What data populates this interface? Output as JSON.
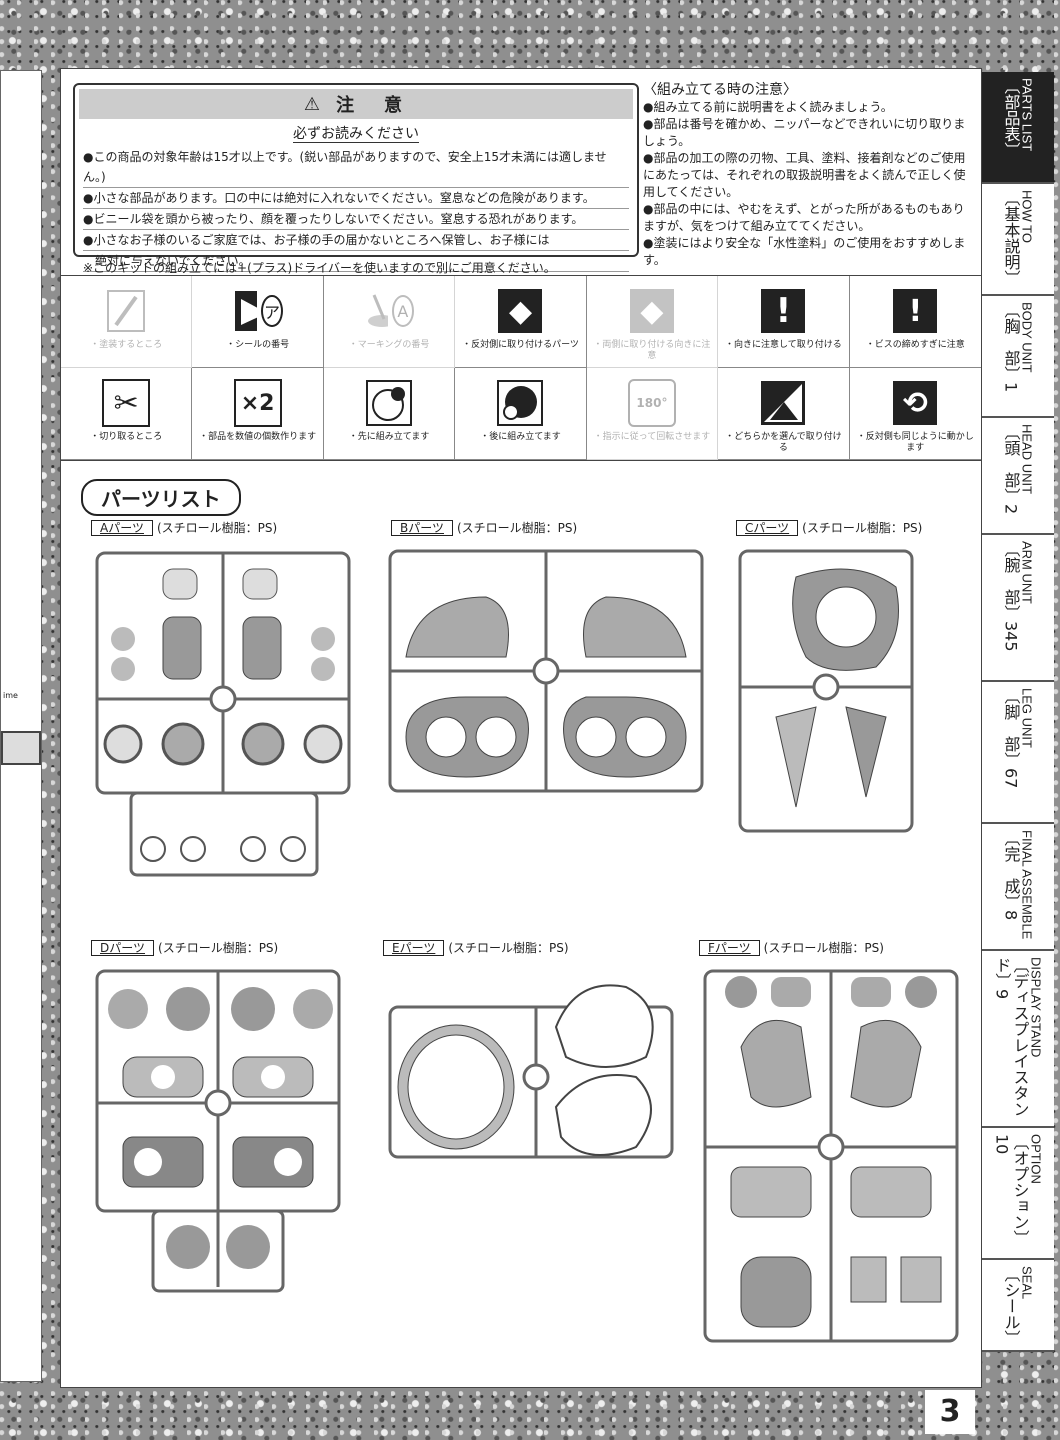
{
  "caution": {
    "title": "注　意",
    "subtitle": "必ずお読みください",
    "items": [
      "●この商品の対象年齢は15才以上です。(鋭い部品がありますので、安全上15才未満には適しません。)",
      "●小さな部品があります。口の中には絶対に入れないでください。窒息などの危険があります。",
      "●ビニール袋を頭から被ったり、顔を覆ったりしないでください。窒息する恐れがあります。",
      "●小さなお子様のいるご家庭では、お子様の手の届かないところへ保管し、お子様には",
      "　絶対に与えないでください。"
    ],
    "kit_note": "※このキットの組み立てには+(プラス)ドライバーを使いますので別にご用意ください。"
  },
  "assembly_notes": {
    "title": "〈組み立てる時の注意〉",
    "items": [
      "●組み立てる前に説明書をよく読みましょう。",
      "●部品は番号を確かめ、ニッパーなどできれいに切り取りましょう。",
      "●部品の加工の際の刃物、工具、塗料、接着剤などのご使用にあたっては、それぞれの取扱説明書をよく読んで正しく使用してください。",
      "●部品の中には、やむをえず、とがった所があるものもありますが、気をつけて組み立ててください。",
      "●塗装にはより安全な「水性塗料」のご使用をおすすめします。"
    ]
  },
  "symbols": [
    {
      "label": "・塗装するところ",
      "icon": "brush-icon",
      "faded": true
    },
    {
      "label": "・シールの番号",
      "icon": "seal-number-icon",
      "glyph": "ア",
      "faded": false
    },
    {
      "label": "・マーキングの番号",
      "icon": "marking-number-icon",
      "glyph": "A",
      "faded": true
    },
    {
      "label": "・反対側に取り付けるパーツ",
      "icon": "opposite-side-icon",
      "glyph": "◆",
      "faded": false
    },
    {
      "label": "・両側に取り付ける向きに注意",
      "icon": "both-sides-icon",
      "glyph": "◆",
      "faded": true
    },
    {
      "label": "・向きに注意して取り付ける",
      "icon": "attention-icon",
      "glyph": "!",
      "faded": false
    },
    {
      "label": "・ビスの締めすぎに注意",
      "icon": "screw-warning-icon",
      "glyph": "!",
      "faded": false
    },
    {
      "label": "・切り取るところ",
      "icon": "nipper-icon",
      "glyph": "✂",
      "faded": false
    },
    {
      "label": "・部品を数値の個数作ります",
      "icon": "multiply-icon",
      "glyph": "×2",
      "faded": false
    },
    {
      "label": "・先に組み立てます",
      "icon": "first-assemble-icon",
      "glyph": "●",
      "faded": false
    },
    {
      "label": "・後に組み立てます",
      "icon": "later-assemble-icon",
      "glyph": "●",
      "faded": false
    },
    {
      "label": "・指示に従って回転させます",
      "icon": "rotate-icon",
      "glyph": "180°",
      "faded": true
    },
    {
      "label": "・どちらかを選んで取り付ける",
      "icon": "choose-one-icon",
      "glyph": "▲",
      "faded": false
    },
    {
      "label": "・反対側も同じように動かします",
      "icon": "same-movement-icon",
      "glyph": "⟲",
      "faded": false
    }
  ],
  "parts_title": "パーツリスト",
  "parts": [
    {
      "tag": "Aパーツ",
      "material": "(スチロール樹脂：PS)"
    },
    {
      "tag": "Bパーツ",
      "material": "(スチロール樹脂：PS)"
    },
    {
      "tag": "Cパーツ",
      "material": "(スチロール樹脂：PS)"
    },
    {
      "tag": "Dパーツ",
      "material": "(スチロール樹脂：PS)"
    },
    {
      "tag": "Eパーツ",
      "material": "(スチロール樹脂：PS)"
    },
    {
      "tag": "Fパーツ",
      "material": "(スチロール樹脂：PS)"
    }
  ],
  "tabs": [
    {
      "jp": "〔部品表〕",
      "en": "PARTS LIST",
      "active": true
    },
    {
      "jp": "〔基本説明〕",
      "en": "HOW TO",
      "active": false
    },
    {
      "jp": "〔胸　部〕1",
      "en": "BODY UNIT",
      "active": false
    },
    {
      "jp": "〔頭　部〕2",
      "en": "HEAD UNIT",
      "active": false
    },
    {
      "jp": "〔腕　部〕345",
      "en": "ARM UNIT",
      "active": false
    },
    {
      "jp": "〔脚　部〕67",
      "en": "LEG UNIT",
      "active": false
    },
    {
      "jp": "〔完　成〕8",
      "en": "FINAL ASSEMBLE",
      "active": false
    },
    {
      "jp": "〔ディスプレイスタンド〕9",
      "en": "DISPLAY STAND",
      "active": false
    },
    {
      "jp": "〔オプション〕10",
      "en": "OPTION",
      "active": false
    },
    {
      "jp": "〔シール〕",
      "en": "SEAL",
      "active": false
    }
  ],
  "page_number": "3",
  "left_fragment": "ime"
}
